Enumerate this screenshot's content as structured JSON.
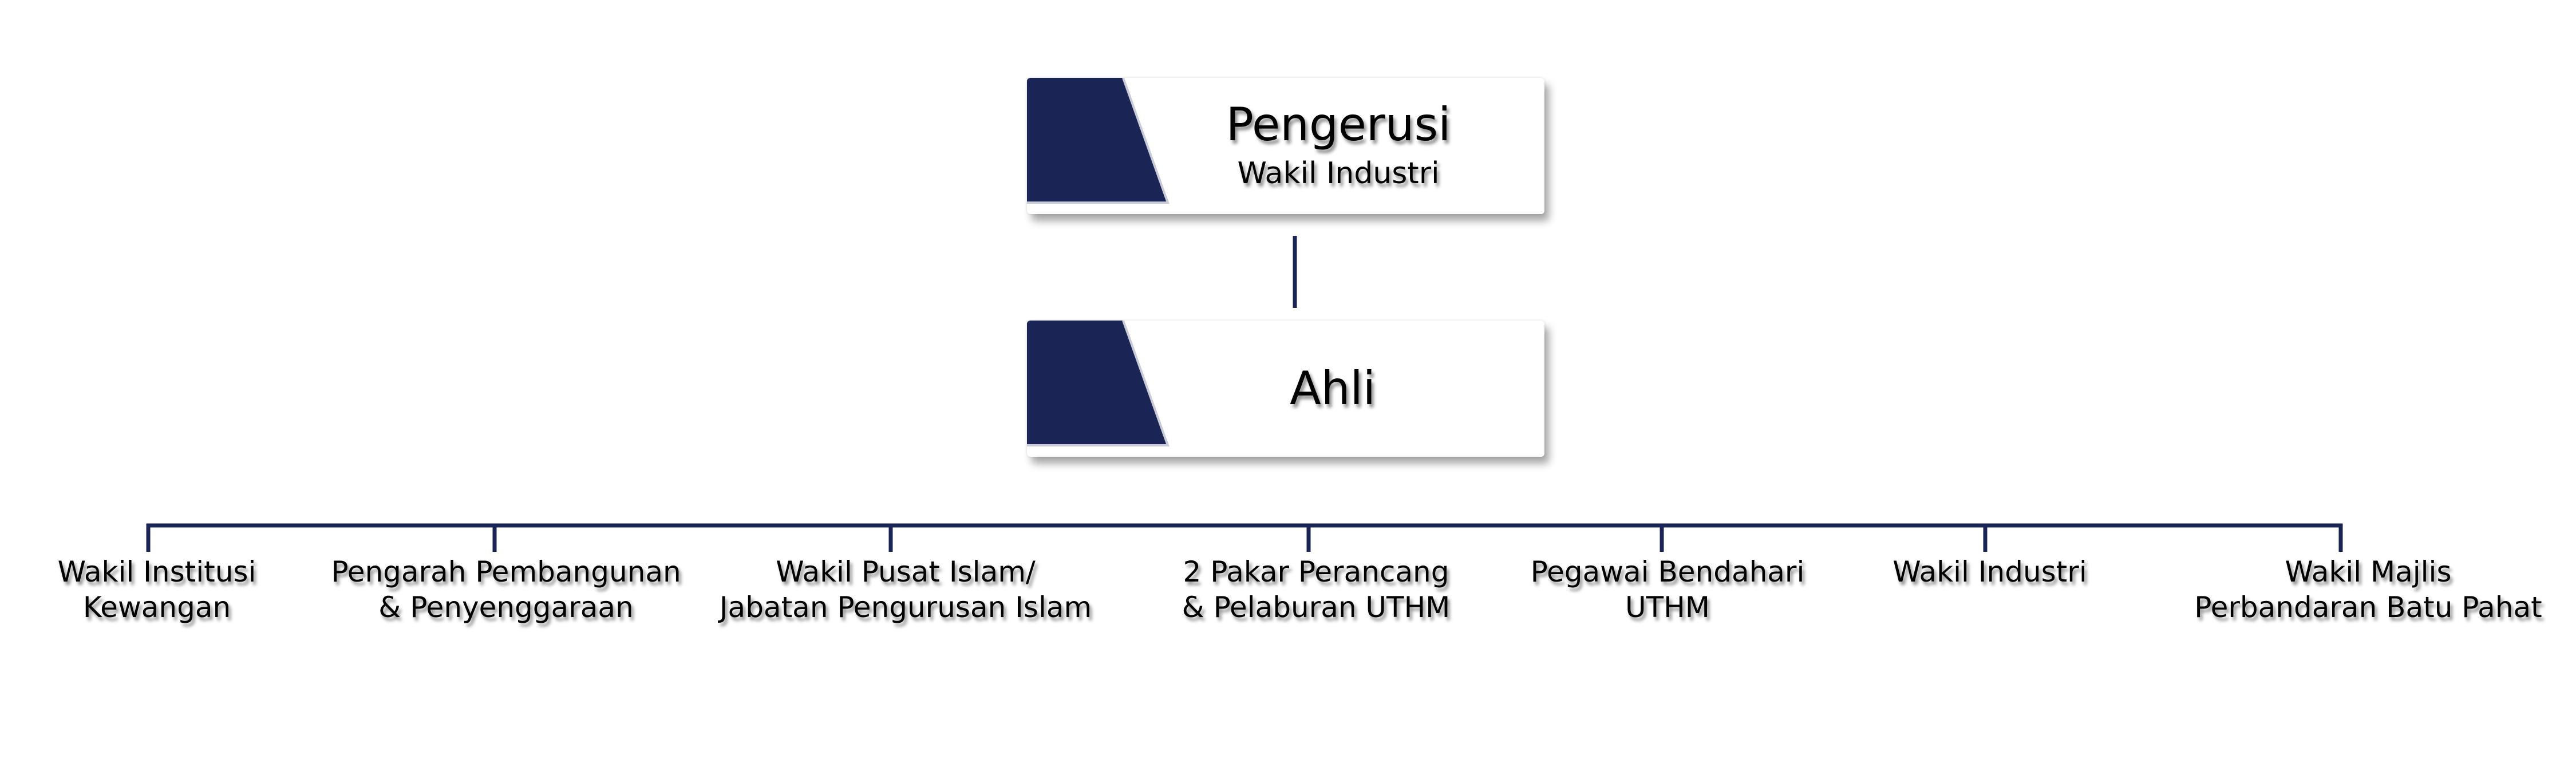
{
  "chair": {
    "title": "Pengerusi",
    "subtitle": "Wakil Industri"
  },
  "members_box": {
    "title": "Ahli"
  },
  "members": [
    {
      "line1": "Wakil Institusi",
      "line2": "Kewangan"
    },
    {
      "line1": "Pengarah Pembangunan",
      "line2": "& Penyenggaraan"
    },
    {
      "line1": "Wakil Pusat Islam/",
      "line2": "Jabatan Pengurusan Islam"
    },
    {
      "line1": "2 Pakar Perancang",
      "line2": "& Pelaburan UTHM"
    },
    {
      "line1": "Pegawai Bendahari",
      "line2": "UTHM"
    },
    {
      "line1": "Wakil Industri",
      "line2": ""
    },
    {
      "line1": "Wakil Majlis",
      "line2": "Perbandaran Batu Pahat"
    }
  ],
  "colors": {
    "accent": "#1b2555",
    "line": "#1b2555",
    "box_background": "#ffffff",
    "text": "#000000"
  }
}
